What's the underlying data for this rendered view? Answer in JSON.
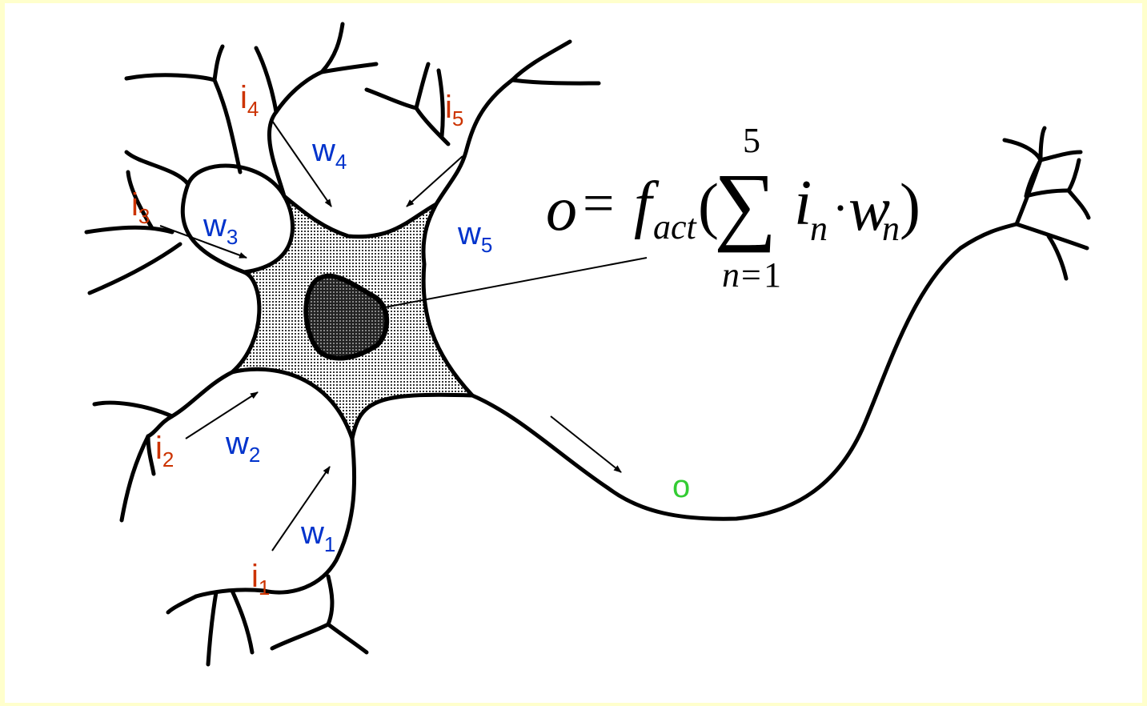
{
  "labels": {
    "i1": {
      "base": "i",
      "sub": "1"
    },
    "i2": {
      "base": "i",
      "sub": "2"
    },
    "i3": {
      "base": "i",
      "sub": "3"
    },
    "i4": {
      "base": "i",
      "sub": "4"
    },
    "i5": {
      "base": "i",
      "sub": "5"
    },
    "w1": {
      "base": "w",
      "sub": "1"
    },
    "w2": {
      "base": "w",
      "sub": "2"
    },
    "w3": {
      "base": "w",
      "sub": "3"
    },
    "w4": {
      "base": "w",
      "sub": "4"
    },
    "w5": {
      "base": "w",
      "sub": "5"
    },
    "o": "o"
  },
  "formula": {
    "lhs": "o",
    "eq": "=",
    "f": "f",
    "f_sub": "act",
    "open": "(",
    "sum_symbol": "∑",
    "upper": "5",
    "lower_var": "n",
    "lower_eq": "=",
    "lower_val": "1",
    "term_i": "i",
    "term_i_sub": "n",
    "dot": "·",
    "term_w": "w",
    "term_w_sub": "n",
    "close": ")"
  },
  "colors": {
    "background": "#ffffcc",
    "canvas": "#ffffff",
    "input": "#cc3300",
    "weight": "#0033cc",
    "output": "#33cc33"
  }
}
